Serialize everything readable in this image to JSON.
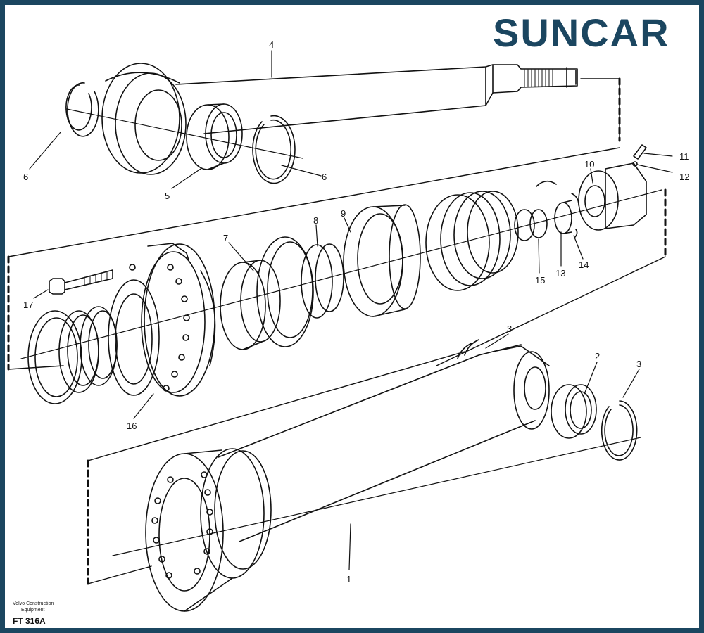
{
  "logo": {
    "text": "SUNCAR",
    "color": "#1b4660",
    "accent": "#2fa6c9"
  },
  "frame_color": "#1b4660",
  "caption": {
    "line1": "Volvo Construction",
    "line2": "Equipment",
    "code": "FT 316A"
  },
  "callouts": [
    "1",
    "2",
    "3",
    "3",
    "4",
    "5",
    "6",
    "6",
    "7",
    "8",
    "9",
    "10",
    "11",
    "12",
    "13",
    "14",
    "15",
    "16",
    "17"
  ]
}
